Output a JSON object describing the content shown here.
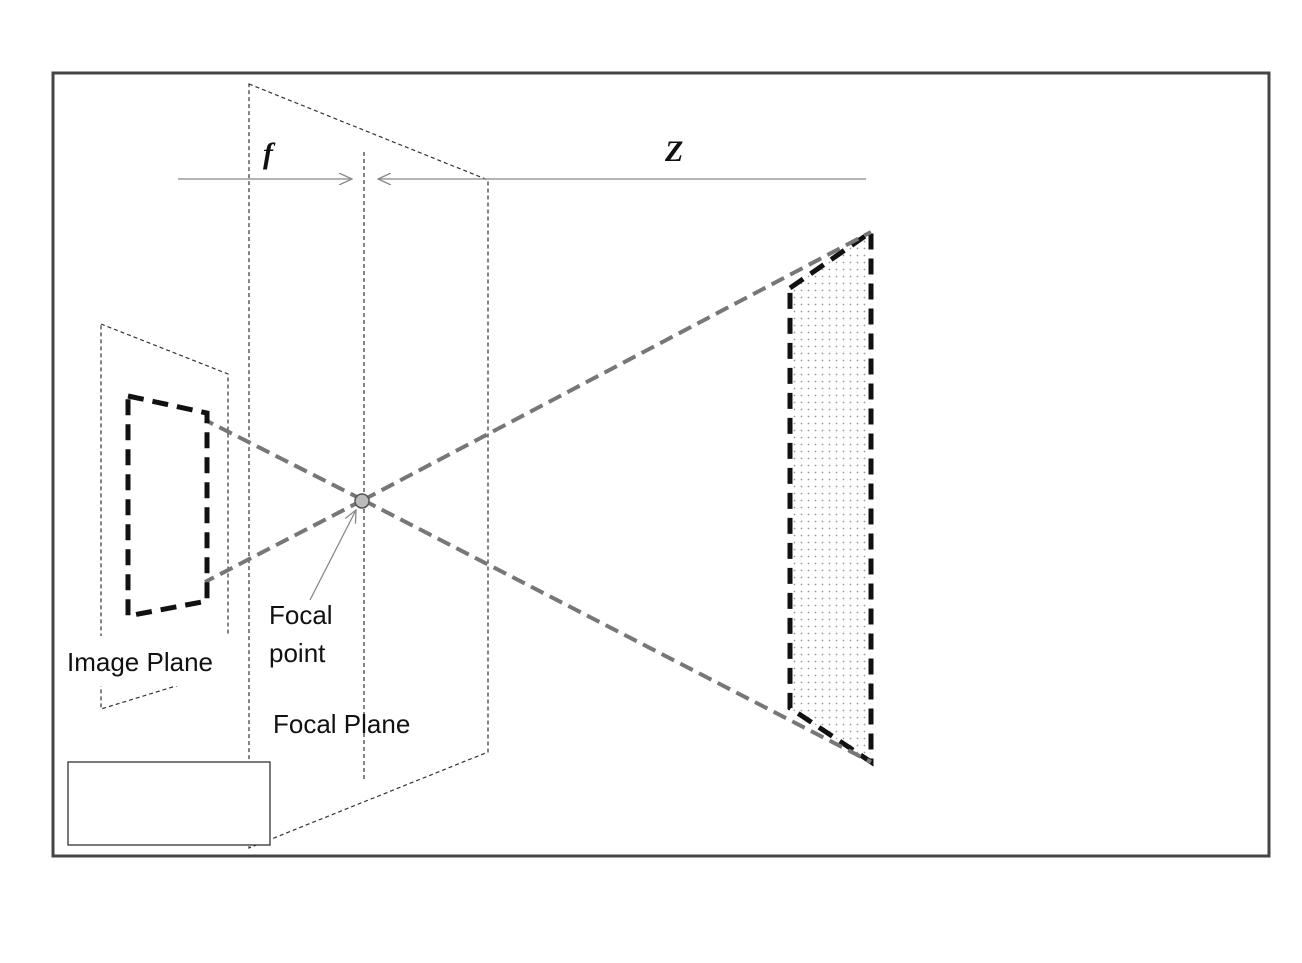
{
  "labels": {
    "f": "f",
    "z": "Z",
    "focal_point": [
      "Focal",
      "point"
    ],
    "image_plane": "Image Plane",
    "focal_plane": "Focal Plane"
  },
  "colors": {
    "frame": "#444444",
    "thin_dashed": "#333333",
    "ray": "#777777",
    "rect_border": "#111111",
    "arrow": "#888888",
    "dot_fill": "#bbbbbb",
    "background": "#ffffff"
  }
}
